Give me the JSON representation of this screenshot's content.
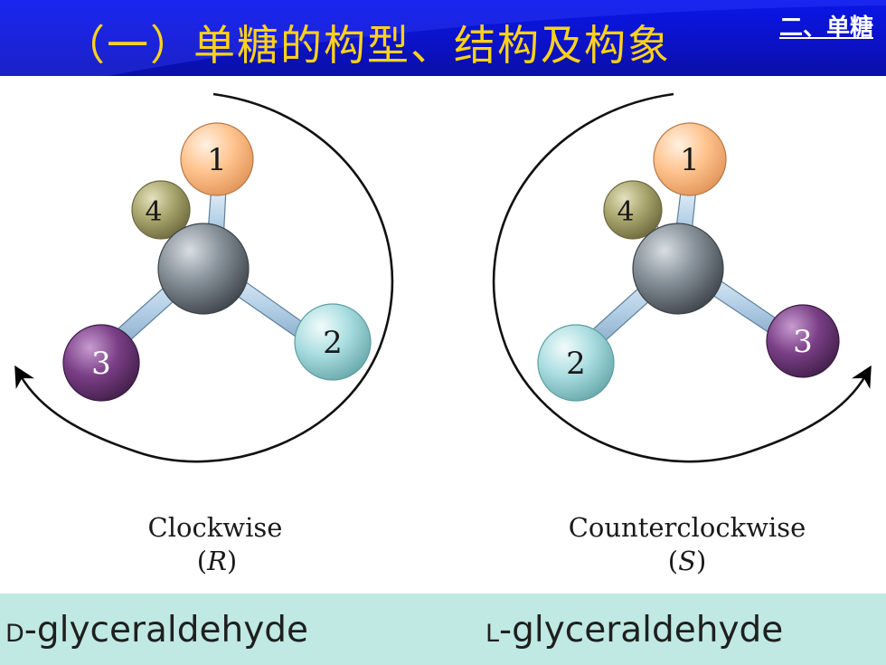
{
  "header": {
    "title": "（一）单糖的构型、结构及构象",
    "section": "二、单糖"
  },
  "colors": {
    "header_bg": "#0a12c8",
    "title_text": "#ffd21a",
    "atom_1": "#ffc48f",
    "atom_2": "#a9dde0",
    "atom_3": "#7a3f86",
    "atom_4": "#a9a56d",
    "central_carbon": "#7b858d",
    "bottom_strip": "#bfe9e2"
  },
  "left_model": {
    "atoms": [
      "1",
      "2",
      "3",
      "4"
    ],
    "caption": "Clockwise",
    "label": "R"
  },
  "right_model": {
    "atoms": [
      "1",
      "2",
      "3",
      "4"
    ],
    "caption": "Counterclockwise",
    "label": "S"
  },
  "bottom": {
    "left_prefix": "D",
    "left_name": "-glyceraldehyde",
    "right_prefix": "L",
    "right_name": "-glyceraldehyde"
  }
}
